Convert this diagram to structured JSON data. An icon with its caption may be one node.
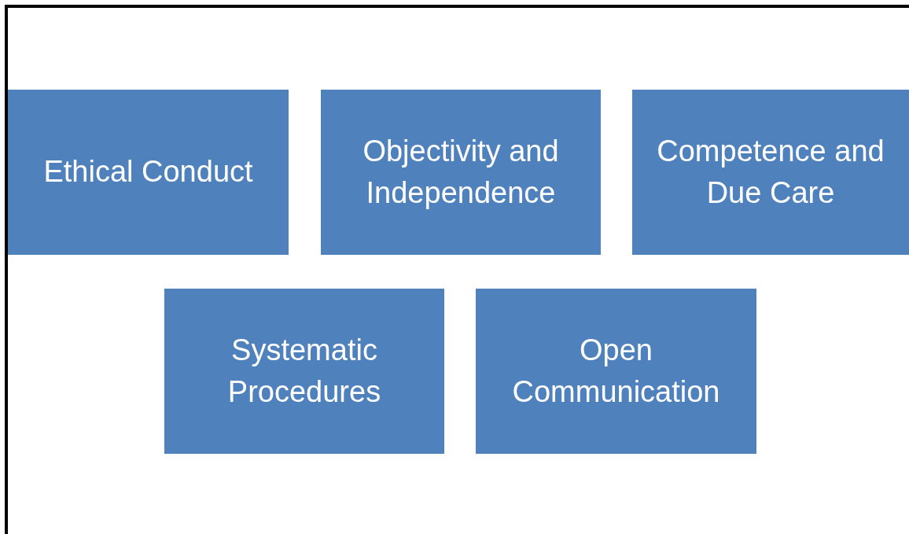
{
  "diagram": {
    "nodes": [
      {
        "text": [
          "Ethical Conduct"
        ]
      },
      {
        "text": [
          "Objectivity and Independence"
        ]
      },
      {
        "text": [
          "Competence and Due Care"
        ]
      },
      {
        "text": [
          "Systematic Procedures"
        ]
      },
      {
        "text": [
          "Open Communication"
        ]
      }
    ]
  }
}
